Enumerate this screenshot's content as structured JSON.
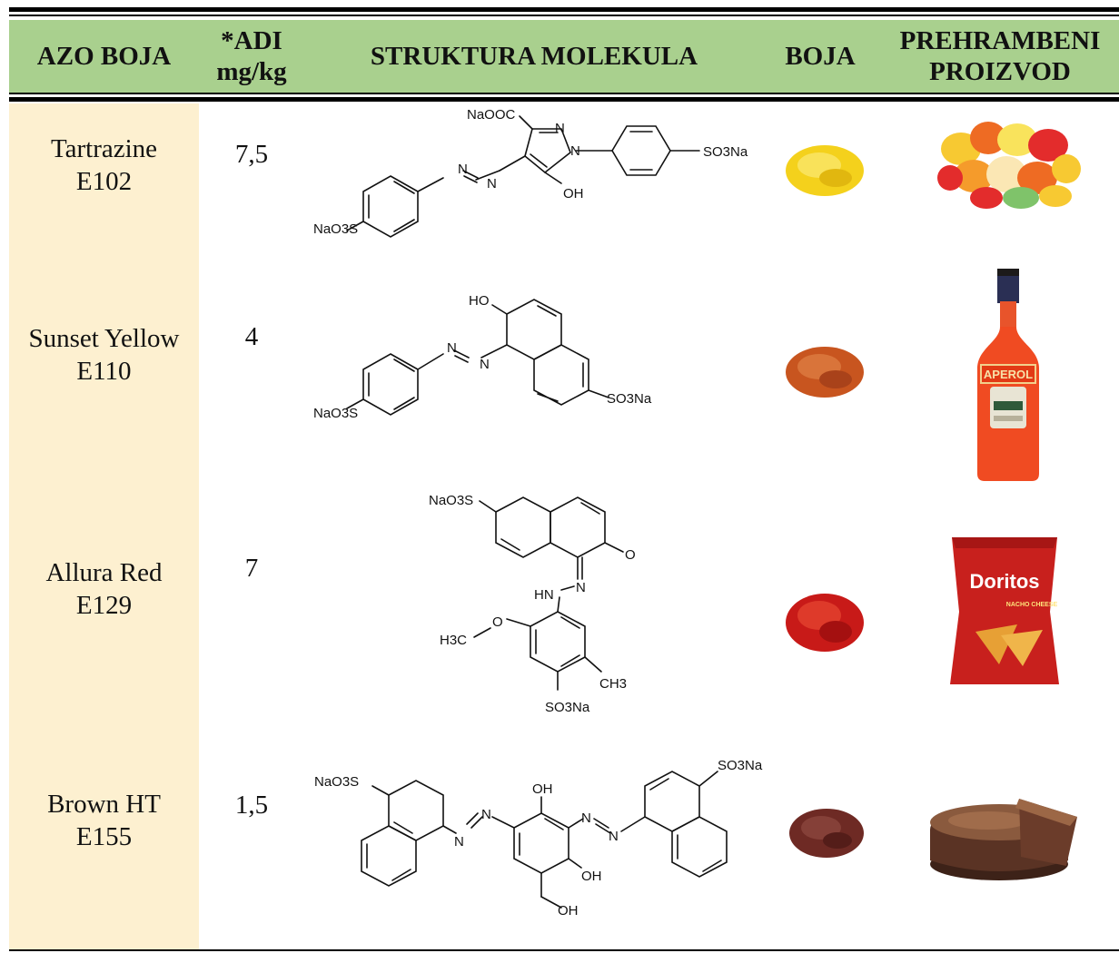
{
  "header": {
    "col_dye": "AZO BOJA",
    "col_adi": "*ADI\nmg/kg",
    "col_structure": "STRUKTURA MOLEKULA",
    "col_color": "BOJA",
    "col_product": "PREHRAMBENI\nPROIZVOD"
  },
  "colors": {
    "header_bg": "#a9d08e",
    "left_column_bg": "#fdf0d0",
    "tartrazine": "#f4d11c",
    "sunset_yellow": "#c8551f",
    "allura_red": "#c81a18",
    "brown_ht": "#6e2a24"
  },
  "rows": [
    {
      "name": "Tartrazine\nE102",
      "adi": "7,5",
      "labels": {
        "naooc": "NaOOC",
        "n1": "N",
        "n2": "N",
        "na": "N",
        "nb": "N",
        "oh": "OH",
        "so3na_r": "SO3Na",
        "nao3s": "NaO3S"
      },
      "color_icon": "yellow-powder-icon",
      "product_icon": "gummy-bears-icon"
    },
    {
      "name": "Sunset Yellow\nE110",
      "adi": "4",
      "labels": {
        "ho": "HO",
        "na": "N",
        "nb": "N",
        "so3na": "SO3Na",
        "nao3s": "NaO3S"
      },
      "color_icon": "orange-powder-icon",
      "product_icon": "aperol-bottle-icon",
      "product_text": "APEROL"
    },
    {
      "name": "Allura Red\nE129",
      "adi": "7",
      "labels": {
        "nao3s": "NaO3S",
        "o": "O",
        "n": "N",
        "hn": "HN",
        "o2": "O",
        "h3c": "H3C",
        "ch3": "CH3",
        "so3na": "SO3Na"
      },
      "color_icon": "red-powder-icon",
      "product_icon": "doritos-bag-icon",
      "product_text": "Doritos",
      "product_subtext": "NACHO CHEESE"
    },
    {
      "name": "Brown HT\nE155",
      "adi": "1,5",
      "labels": {
        "nao3s": "NaO3S",
        "so3na": "SO3Na",
        "n1": "N",
        "n2": "N",
        "n3": "N",
        "n4": "N",
        "oh1": "OH",
        "oh2": "OH",
        "oh3": "OH"
      },
      "color_icon": "brown-powder-icon",
      "product_icon": "chocolate-cake-icon"
    }
  ]
}
